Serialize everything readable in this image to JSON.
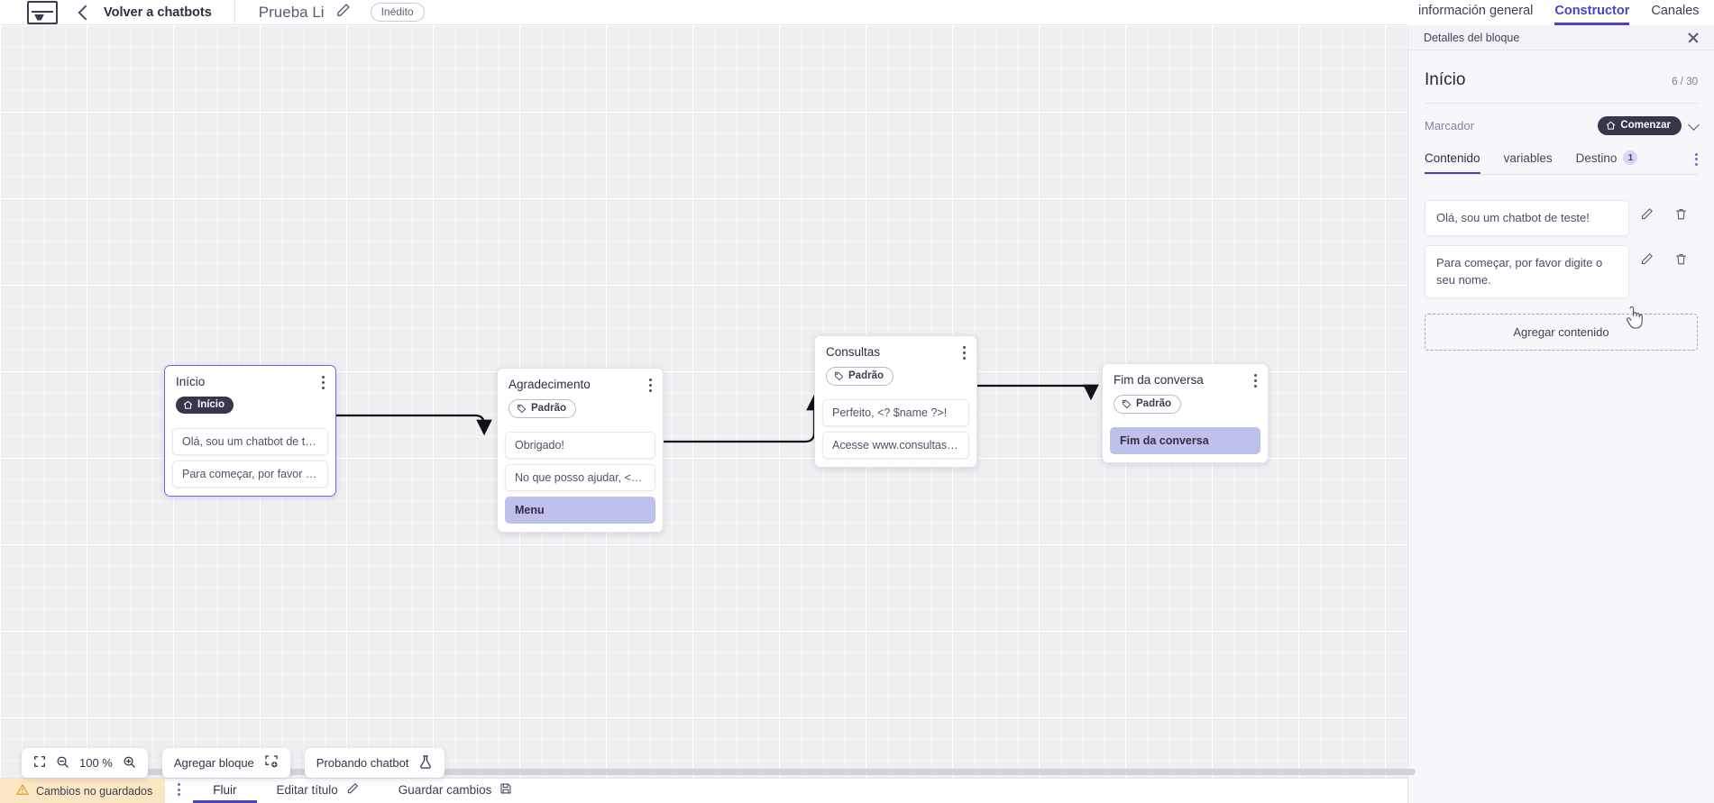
{
  "header": {
    "logo": "app-logo",
    "back_label": "Volver a chatbots",
    "doc_title": "Prueba Li",
    "status_badge": "Inédito",
    "tabs": [
      {
        "label": "información general",
        "active": false
      },
      {
        "label": "Constructor",
        "active": true
      },
      {
        "label": "Canales",
        "active": false
      }
    ]
  },
  "canvas": {
    "nodes": [
      {
        "id": "inicio",
        "title": "Início",
        "tag": "Início",
        "tag_style": "dark",
        "tag_icon": "home-icon",
        "selected": true,
        "messages": [
          {
            "text": "Olá, sou um chatbot de teste!",
            "accent": false
          },
          {
            "text": "Para começar, por favor digite o ...",
            "accent": false
          }
        ]
      },
      {
        "id": "agradecimento",
        "title": "Agradecimento",
        "tag": "Padrão",
        "tag_style": "light",
        "tag_icon": "tag-icon",
        "selected": false,
        "messages": [
          {
            "text": "Obrigado!",
            "accent": false
          },
          {
            "text": "No que posso ajudar, <? $name ...",
            "accent": false
          },
          {
            "text": "Menu",
            "accent": true
          }
        ]
      },
      {
        "id": "consultas",
        "title": "Consultas",
        "tag": "Padrão",
        "tag_style": "light",
        "tag_icon": "tag-icon",
        "selected": false,
        "messages": [
          {
            "text": "Perfeito, <? $name ?>!",
            "accent": false
          },
          {
            "text": "Acesse www.consultas.com par...",
            "accent": false
          }
        ]
      },
      {
        "id": "fim",
        "title": "Fim da conversa",
        "tag": "Padrão",
        "tag_style": "light",
        "tag_icon": "tag-icon",
        "selected": false,
        "messages": [
          {
            "text": "Fim da conversa",
            "accent": true
          }
        ]
      }
    ]
  },
  "toolbar": {
    "fit_icon": "fit-screen-icon",
    "zoom_out_icon": "zoom-out-icon",
    "zoom_level": "100 %",
    "zoom_in_icon": "zoom-in-icon",
    "add_block_label": "Agregar bloque",
    "add_block_icon": "add-block-icon",
    "test_chatbot_label": "Probando chatbot",
    "test_chatbot_icon": "flask-icon"
  },
  "bottombar": {
    "unsaved_label": "Cambios no guardados",
    "unsaved_icon": "warning-icon",
    "kebab_icon": "more-vertical-icon",
    "items": [
      {
        "label": "Fluir",
        "icon": null,
        "active": true
      },
      {
        "label": "Editar título",
        "icon": "pencil-icon",
        "active": false
      },
      {
        "label": "Guardar cambios",
        "icon": "save-icon",
        "active": false
      }
    ]
  },
  "panel": {
    "header_title": "Detalles del bloque",
    "close_icon": "close-icon",
    "block_title": "Início",
    "char_count": "6 / 30",
    "marker_label": "Marcador",
    "marker_badge": "Comenzar",
    "marker_badge_icon": "home-icon",
    "marker_chevron_icon": "chevron-down-icon",
    "tabs": [
      {
        "label": "Contenido",
        "badge": null,
        "active": true
      },
      {
        "label": "variables",
        "badge": null,
        "active": false
      },
      {
        "label": "Destino",
        "badge": "1",
        "active": false
      }
    ],
    "tabs_kebab_icon": "more-vertical-icon",
    "contents": [
      {
        "text": "Olá, sou um chatbot de teste!",
        "edit_icon": "pencil-icon",
        "delete_icon": "trash-icon"
      },
      {
        "text": "Para começar, por favor digite o seu nome.",
        "edit_icon": "pencil-icon",
        "delete_icon": "trash-icon"
      }
    ],
    "add_content_label": "Agregar contenido"
  },
  "colors": {
    "accent": "#4a43c4",
    "accent_soft": "#bfc0ec",
    "dark_tag": "#36364d",
    "warning_bg": "#fce7c4",
    "canvas_bg": "#efeff2"
  }
}
